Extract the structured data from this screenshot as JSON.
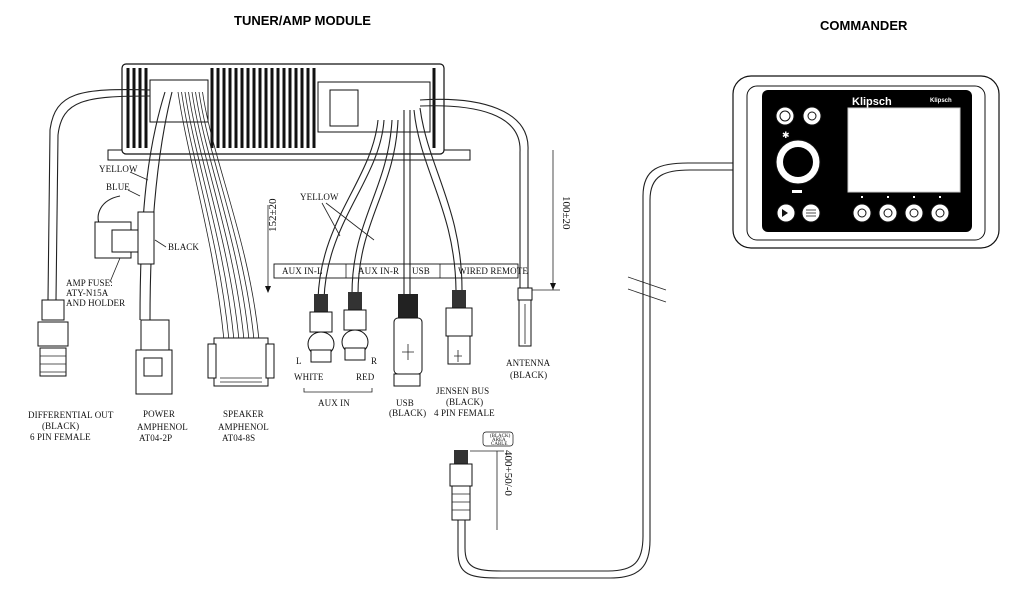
{
  "titles": {
    "tuner": "TUNER/AMP MODULE",
    "commander": "COMMANDER"
  },
  "wire_colors": {
    "yellow_left": "YELLOW",
    "blue": "BLUE",
    "black": "BLACK",
    "yellow_aux": "YELLOW"
  },
  "fuse": {
    "line1": "AMP FUSE:",
    "line2": "ATY-N15A",
    "line3": "AND HOLDER"
  },
  "dimensions": {
    "d152": "152±20",
    "d100": "100±20",
    "d400": "400+50/-0"
  },
  "ports": {
    "aux_l": "AUX IN-L",
    "aux_r": "AUX IN-R",
    "usb": "USB",
    "wired_remote": "WIRED REMOTE"
  },
  "connectors": {
    "diff_out": [
      "DIFFERENTIAL OUT",
      "(BLACK)",
      "6 PIN FEMALE"
    ],
    "power": [
      "POWER",
      "AMPHENOL",
      "AT04-2P"
    ],
    "speaker": [
      "SPEAKER",
      "AMPHENOL",
      "AT04-8S"
    ],
    "aux_l_letter": "L",
    "aux_r_letter": "R",
    "white": "WHITE",
    "red": "RED",
    "aux_in": "AUX IN",
    "usb": [
      "USB",
      "(BLACK)"
    ],
    "jensen": [
      "JENSEN BUS",
      "(BLACK)",
      "4 PIN FEMALE"
    ],
    "antenna": [
      "ANTENNA",
      "(BLACK)"
    ],
    "cable_tag": [
      "(BLACK)",
      "AREA",
      "CABLE"
    ]
  },
  "commander": {
    "brand": "Klipsch",
    "model": "Klipsch"
  }
}
